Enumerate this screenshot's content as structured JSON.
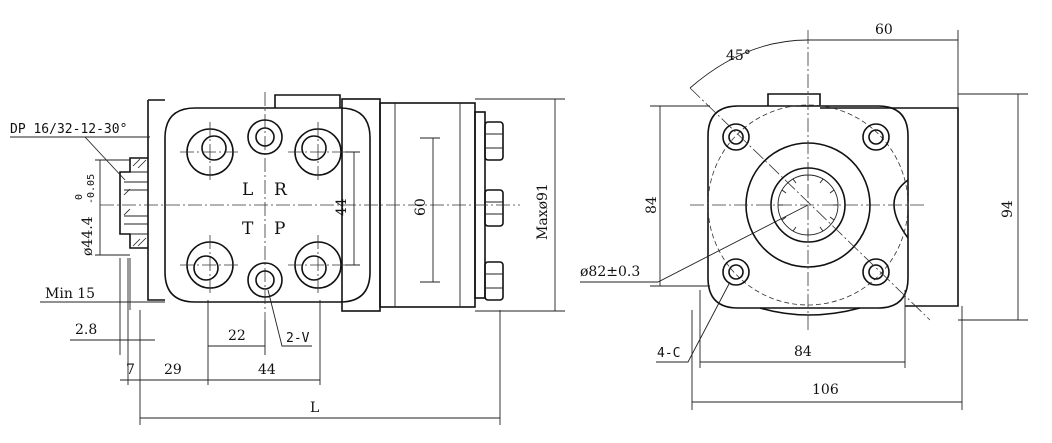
{
  "front_view": {
    "spline_callout": "DP 16/32-12-30°",
    "port_l": "L",
    "port_r": "R",
    "port_t": "T",
    "port_p": "P",
    "dim_bore_main": "ø44.4",
    "dim_bore_tol_upper": "0",
    "dim_bore_tol_lower": "-0.05",
    "dim_min": "Min 15",
    "dim_2_8": "2.8",
    "dim_7": "7",
    "dim_29": "29",
    "dim_22": "22",
    "dim_44_bottom": "44",
    "dim_44_vertical": "44",
    "dim_60_vertical": "60",
    "dim_max": "Maxø91",
    "callout_2v": "2-V",
    "dim_l": "L"
  },
  "side_view": {
    "dim_45": "45°",
    "dim_60_top": "60",
    "dim_84_vertical": "84",
    "dim_94": "94",
    "dim_82": "ø82±0.3",
    "callout_4c": "4-C",
    "dim_84_horizontal": "84",
    "dim_106": "106"
  }
}
